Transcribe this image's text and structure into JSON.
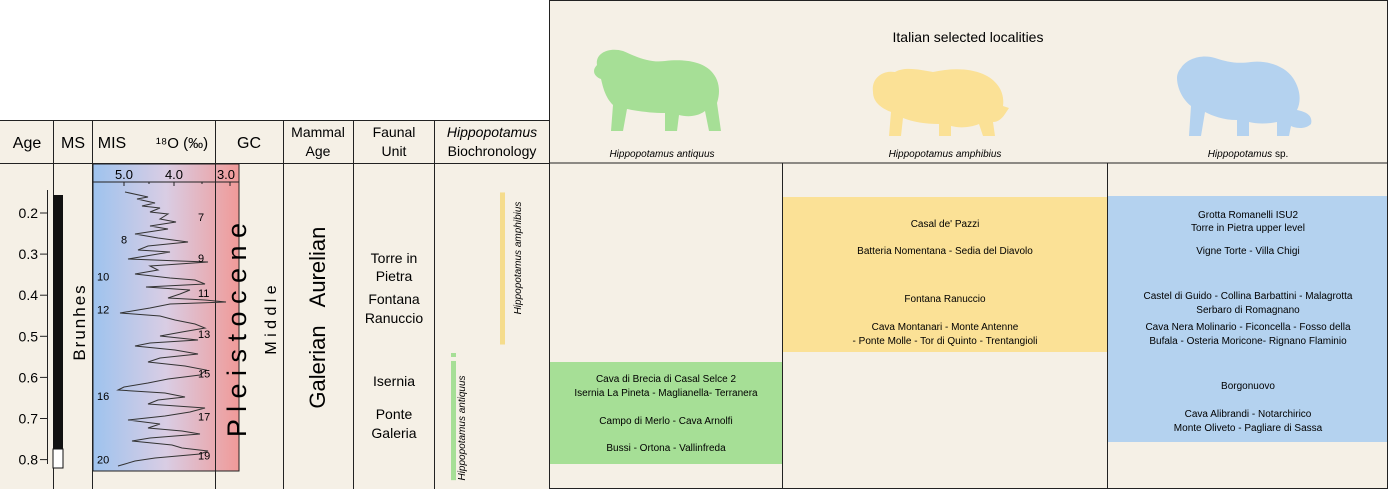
{
  "columns": {
    "age": "Age",
    "ms": "MS",
    "mis": "MIS",
    "o18": "¹⁸O (‰)",
    "gc": "GC",
    "mammal_age": [
      "Mammal",
      "Age"
    ],
    "faunal_unit": [
      "Faunal",
      "Unit"
    ],
    "hippo_biochron": [
      "Hippopotamus",
      "Biochronology"
    ]
  },
  "age_ticks": [
    "0.2",
    "0.3",
    "0.4",
    "0.5",
    "0.6",
    "0.7",
    "0.8"
  ],
  "magnetostratigraphy": "Brunhes",
  "o18_ticks": [
    "5.0",
    "4.0",
    "3.0"
  ],
  "mis_stages": [
    {
      "label": "7",
      "age": 0.21
    },
    {
      "label": "8",
      "age": 0.265
    },
    {
      "label": "9",
      "age": 0.31
    },
    {
      "label": "10",
      "age": 0.355
    },
    {
      "label": "11",
      "age": 0.395
    },
    {
      "label": "12",
      "age": 0.435
    },
    {
      "label": "13",
      "age": 0.495
    },
    {
      "label": "15",
      "age": 0.59
    },
    {
      "label": "16",
      "age": 0.645
    },
    {
      "label": "17",
      "age": 0.695
    },
    {
      "label": "19",
      "age": 0.79
    },
    {
      "label": "20",
      "age": 0.8
    }
  ],
  "gc": {
    "epoch": "P l e i s t o c e n e",
    "sub": "M i d d l e"
  },
  "mammal_ages": [
    "Aurelian",
    "Galerian"
  ],
  "faunal_units": [
    "Torre in",
    "Pietra",
    "Fontana",
    "Ranuccio",
    "Isernia",
    "Ponte",
    "Galeria"
  ],
  "biochron_bars": [
    {
      "label": "Hippopotamus amphibius",
      "start": 0.52,
      "end": 0.15,
      "color": "#f5dc8c"
    },
    {
      "label": "Hippopotamus antiquus",
      "start": 0.85,
      "end": 0.56,
      "color": "#a6df96"
    }
  ],
  "localities": {
    "title": "Italian selected localities",
    "species": [
      {
        "name": "Hippopotamus antiquus",
        "color": "#a6df96"
      },
      {
        "name": "Hippopotamus amphibius",
        "color": "#fbe196"
      },
      {
        "name": "Hippopotamus sp.",
        "color": "#b4d2ef"
      }
    ],
    "antiquus": [
      "Cava di Brecia di Casal Selce 2",
      "Isernia La Pineta - Maglianella- Terranera",
      "Campo di Merlo - Cava Arnolfi",
      "Bussi - Ortona - Vallinfreda"
    ],
    "amphibius": [
      "Casal de' Pazzi",
      "Batteria Nomentana - Sedia del Diavolo",
      "Fontana Ranuccio",
      "Cava Montanari -  Monte Antenne",
      "- Ponte Molle - Tor di Quinto - Trentangioli"
    ],
    "sp": [
      "Grotta Romanelli ISU2",
      "Torre in Pietra upper level",
      "Vigne Torte - Villa Chigi",
      "Castel di Guido - Collina Barbattini - Malagrotta",
      "Serbaro di Romagnano",
      "Cava Nera Molinario - Ficoncella - Fosso della",
      "Bufala - Osteria Moricone- Rignano Flaminio",
      "Borgonuovo",
      "Cava Alibrandi - Notarchirico",
      "Monte Oliveto - Pagliare di Sassa"
    ]
  },
  "colors": {
    "background": "#f5f0e6",
    "amphibius": "#fbe196",
    "antiquus": "#a6df96",
    "sp": "#b4d2ef",
    "cold": "#9ec3ee",
    "warm": "#f09a98"
  }
}
